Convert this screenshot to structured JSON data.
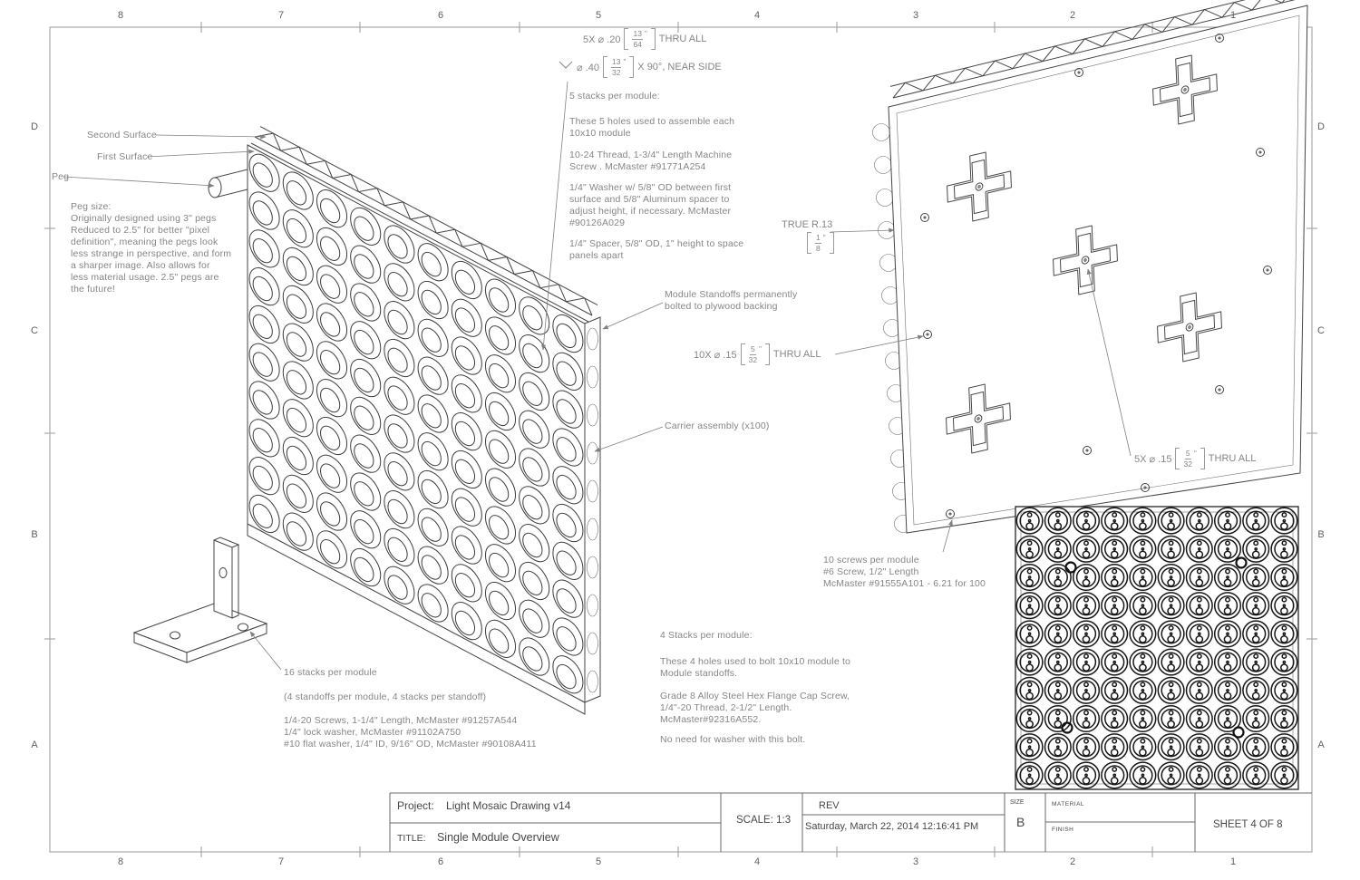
{
  "colors": {
    "background": "#ffffff",
    "line": "#454545",
    "note_text": "#868686"
  },
  "sheet": {
    "zones_top": [
      "8",
      "7",
      "6",
      "5",
      "4",
      "3",
      "2",
      "1"
    ],
    "zones_bottom": [
      "8",
      "7",
      "6",
      "5",
      "4",
      "3",
      "2",
      "1"
    ],
    "zones_left": [
      "D",
      "C",
      "B",
      "A"
    ],
    "zones_right": [
      "D",
      "C",
      "B",
      "A"
    ]
  },
  "title_block": {
    "project_label": "Project:",
    "project_value": "Light Mosaic Drawing v14",
    "title_label": "TITLE:",
    "title_value": "Single Module Overview",
    "scale": "SCALE: 1:3",
    "rev_label": "REV",
    "date": "Saturday, March 22, 2014 12:16:41 PM",
    "size_label": "SIZE",
    "size_value": "B",
    "material_label": "MATERIAL",
    "finish_label": "FINISH",
    "sheet_number": "SHEET 4 OF 8"
  },
  "callouts": {
    "holes_top": {
      "prefix": "5X ⌀ .20",
      "frac_top": "13",
      "frac_bottom": "64",
      "unit": "\"",
      "suffix": "THRU ALL"
    },
    "countersink": {
      "prefix": "⌀ .40",
      "frac_top": "13",
      "frac_bottom": "32",
      "unit": "\"",
      "suffix": "X 90°, NEAR SIDE"
    },
    "ten_x": {
      "prefix": "10X ⌀ .15",
      "frac_top": "5",
      "frac_bottom": "32",
      "unit": "\"",
      "suffix": "THRU ALL"
    },
    "five_x": {
      "prefix": "5X ⌀ .15",
      "frac_top": "5",
      "frac_bottom": "32",
      "unit": "\"",
      "suffix": "THRU ALL"
    },
    "true_r": {
      "prefix": "TRUE R.13",
      "frac_top": "1",
      "frac_bottom": "8",
      "unit": "\"",
      "suffix": ""
    }
  },
  "labels": {
    "second_surface": "Second Surface",
    "first_surface": "First Surface",
    "peg": "Peg",
    "module_standoffs": "Module Standoffs permanently\nbolted to plywood backing",
    "carrier_assembly": "Carrier assembly (x100)",
    "sixteen_stacks": "16 stacks per module"
  },
  "notes": {
    "peg_size": "Peg size:\nOriginally designed using 3\" pegs\nReduced to 2.5\" for better \"pixel\ndefinition\", meaning the pegs look\nless strange in perspective, and form\na sharper image.  Also allows for\nless material usage.  2.5\" pegs are\nthe future!",
    "five_stacks_heading": "5 stacks per module:",
    "five_stacks_body": "These 5 holes used to assemble each\n10x10 module",
    "machine_screw": "10-24 Thread, 1-3/4\" Length Machine\nScrew .  McMaster #91771A254",
    "washer": "1/4\" Washer w/ 5/8\" OD between first\nsurface and 5/8\" Aluminum spacer to\nadjust height, if necessary.  McMaster\n#90126A029",
    "spacer": "1/4\" Spacer, 5/8\" OD, 1\" height to space\npanels apart",
    "ten_screws": "10 screws per module\n#6 Screw, 1/2\" Length\nMcMaster #91555A101 - 6.21 for 100",
    "four_stacks_heading": "4 Stacks per module:",
    "four_stacks_body": "These 4 holes used to bolt 10x10 module to\nModule standoffs.",
    "grade8": "Grade 8 Alloy Steel Hex Flange Cap Screw,\n1/4\"-20 Thread, 2-1/2\" Length.\nMcMaster#92316A552.",
    "no_washer": "No need for washer with this bolt.",
    "standoffs_detail": "(4 standoffs per module, 4 stacks per standoff)",
    "fastener_list": "1/4-20 Screws, 1-1/4\" Length, McMaster #91257A544\n1/4\" lock washer, McMaster #91102A750\n#10 flat washer, 1/4\" ID, 9/16\" OD, McMaster #90108A411"
  }
}
